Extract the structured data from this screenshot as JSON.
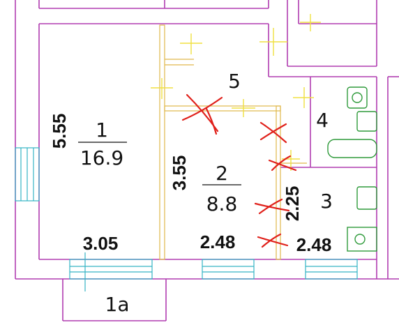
{
  "rooms": [
    {
      "id": "1",
      "area": "16.9"
    },
    {
      "id": "2",
      "area": "8.8"
    },
    {
      "id": "3"
    },
    {
      "id": "4"
    },
    {
      "id": "5"
    },
    {
      "id": "1a"
    }
  ],
  "dimensions": {
    "room1_height": "5.55",
    "room1_width": "3.05",
    "room2_height": "3.55",
    "room2_width": "2.48",
    "room3_height": "2.25",
    "room3_width": "2.48"
  },
  "colors": {
    "walls": "#b03cb0",
    "windows": "#34b4c4",
    "doors": "#f0e040",
    "fixtures": "#2e9a3a",
    "demolition_marks": "#e0201a"
  }
}
